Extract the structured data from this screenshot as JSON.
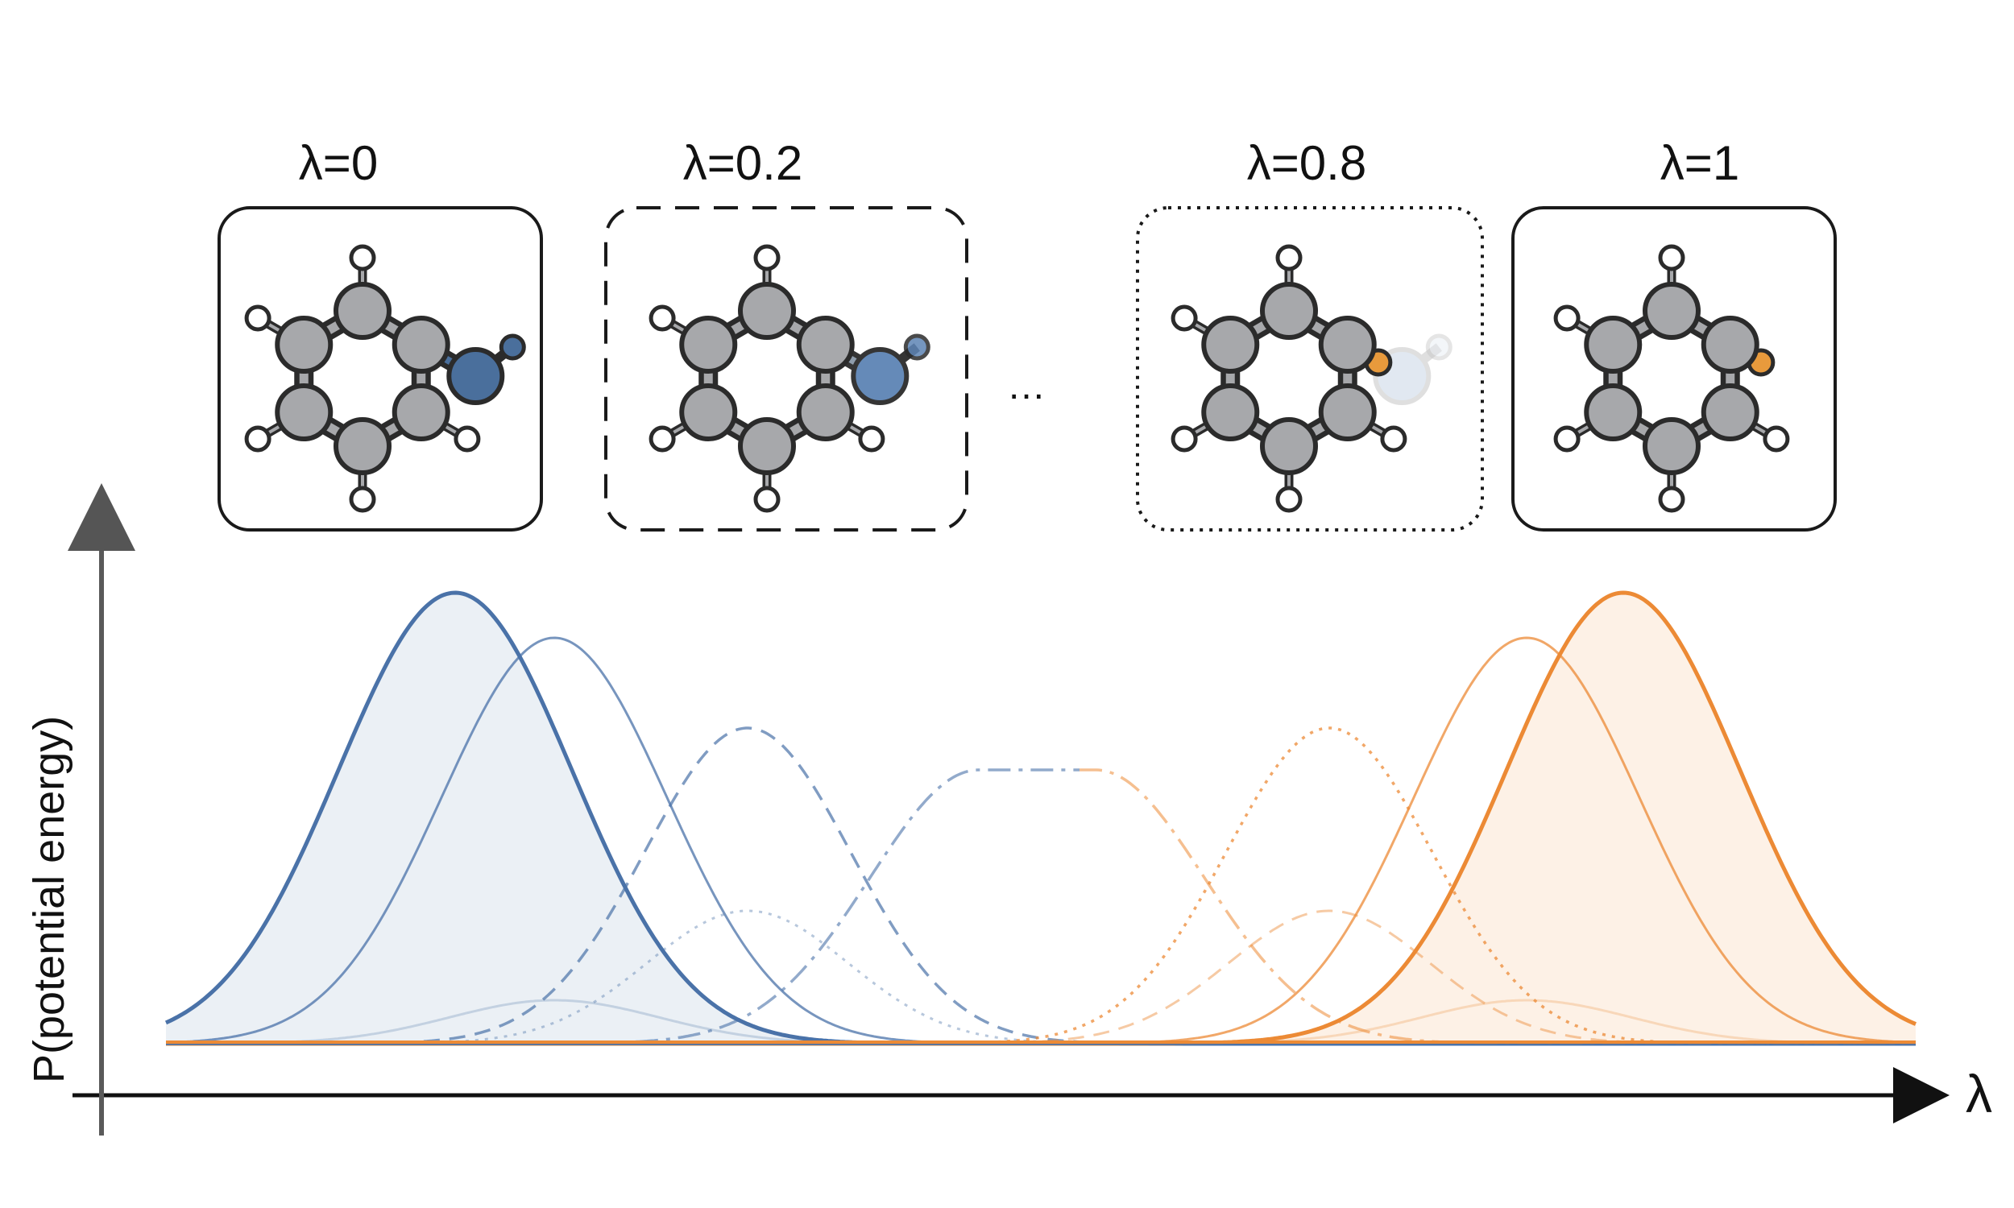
{
  "states": [
    {
      "label": "λ=0",
      "border": "solid",
      "substituent": "oh",
      "heavy_color": "#4a6f9c",
      "heavy_opacity": 1.0,
      "h_opacity": 1.0,
      "bonded_color": "#4a6f9c"
    },
    {
      "label": "λ=0.2",
      "border": "dashed",
      "substituent": "oh",
      "heavy_color": "#5d84b5",
      "heavy_opacity": 0.95,
      "h_opacity": 0.85,
      "bonded_color": "#8a98a8"
    },
    {
      "label": "λ=0.8",
      "border": "dotted",
      "substituent": "ohF",
      "heavy_color": "#c9d7e6",
      "heavy_opacity": 0.55,
      "h_opacity": 0.45,
      "bonded_color": "#e89a3c"
    },
    {
      "label": "λ=1",
      "border": "solid",
      "substituent": "f",
      "heavy_color": "#e89a3c",
      "heavy_opacity": 1.0,
      "h_opacity": 1.0,
      "bonded_color": "#e89a3c"
    }
  ],
  "ellipsis": "...",
  "axes": {
    "x_label": "λ",
    "y_label": "P(potential energy)"
  },
  "colors": {
    "blue": "#4a72a8",
    "orange": "#ec8a35",
    "carbon": "#a7a8ab",
    "outline": "#2b2b2b"
  }
}
